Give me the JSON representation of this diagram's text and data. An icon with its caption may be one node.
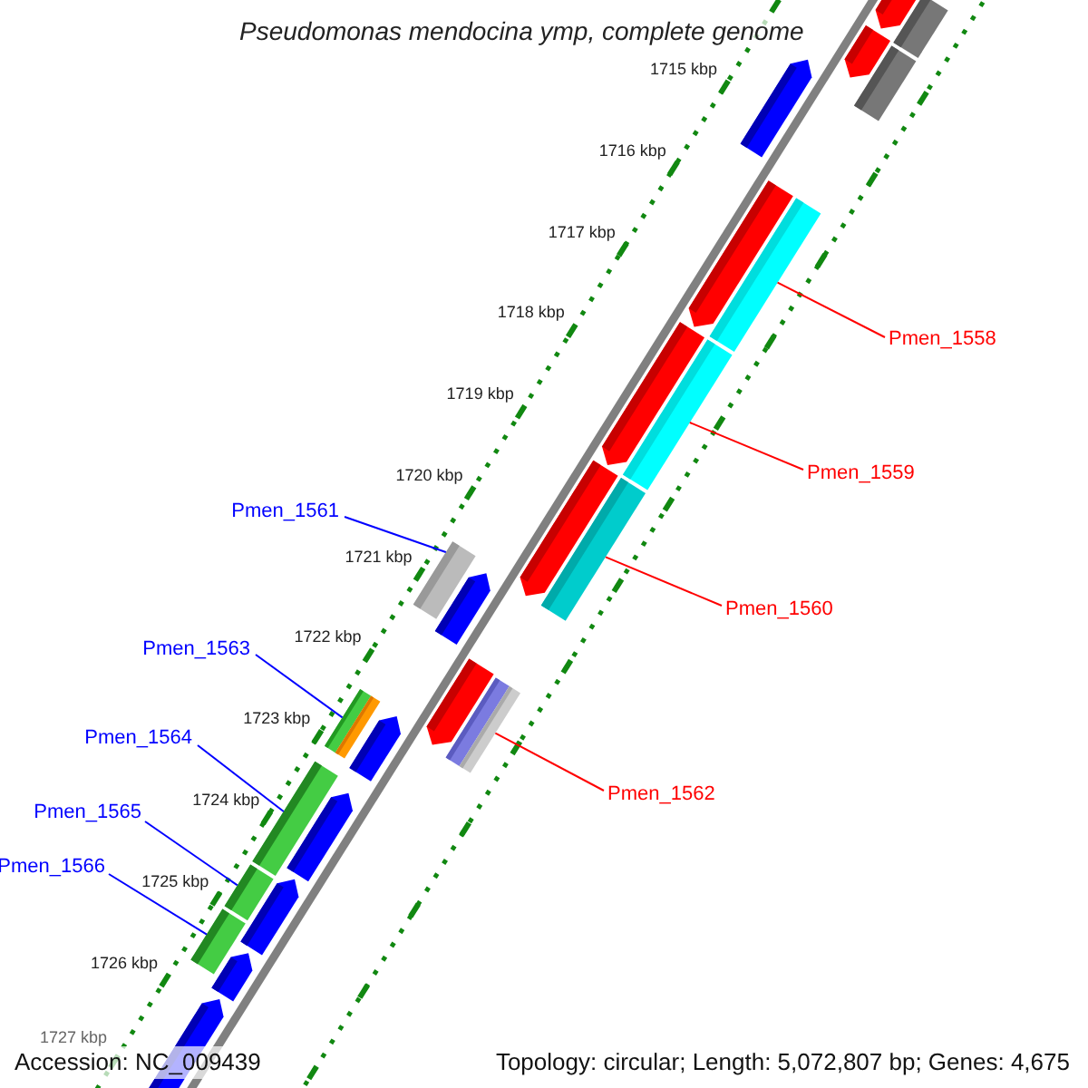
{
  "diagram": {
    "title": "Pseudomonas mendocina ymp, complete genome",
    "nodes": [
      {
        "text": [
          "Pmen_1558"
        ]
      },
      {
        "text": [
          "Pmen_1559"
        ]
      },
      {
        "text": [
          "Pmen_1561"
        ]
      },
      {
        "text": [
          "Pmen_1560"
        ]
      },
      {
        "text": [
          "Pmen_1563"
        ]
      },
      {
        "text": [
          "Pmen_1564"
        ]
      },
      {
        "text": [
          "Pmen_1562"
        ]
      },
      {
        "text": [
          "Pmen_1565"
        ]
      },
      {
        "text": [
          "Pmen_1566"
        ]
      },
      {
        "text": [],
        "shape": "bar"
      },
      {
        "text": [],
        "shape": "bar"
      },
      {
        "text": [],
        "shape": "bar"
      },
      {
        "text": [],
        "shape": "bar"
      },
      {
        "text": [],
        "shape": "bar"
      },
      {
        "text": [],
        "shape": "bar"
      },
      {
        "text": [],
        "shape": "bar"
      },
      {
        "text": [],
        "shape": "bar"
      },
      {
        "text": [],
        "shape": "bar"
      },
      {
        "text": [],
        "shape": "bar"
      },
      {
        "text": [],
        "shape": "bar"
      },
      {
        "text": [],
        "shape": "bar"
      },
      {
        "text": [],
        "shape": "bar"
      },
      {
        "text": [],
        "shape": "bar"
      },
      {
        "text": [],
        "shape": "bar"
      },
      {
        "text": [],
        "shape": "bar"
      },
      {
        "text": [],
        "shape": "bar"
      },
      {
        "text": [],
        "shape": "bar"
      },
      {
        "text": [],
        "shape": "bar"
      },
      {
        "text": [],
        "shape": "bar"
      },
      {
        "text": [],
        "shape": "bar"
      },
      {
        "text": [],
        "shape": "bar"
      },
      {
        "text": [],
        "shape": "bar"
      },
      {
        "text": [],
        "shape": "bar"
      },
      {
        "text": [],
        "shape": "bar"
      }
    ],
    "edges": [
      {
        "from": 0,
        "to": 15,
        "arrow": "none",
        "color": "#ff0000"
      },
      {
        "from": 1,
        "to": 17,
        "arrow": "none",
        "color": "#ff0000"
      },
      {
        "from": 2,
        "to": 20,
        "arrow": "none"
      },
      {
        "from": 3,
        "to": 19,
        "arrow": "none",
        "color": "#ff0000"
      },
      {
        "from": 4,
        "to": 24,
        "arrow": "none"
      },
      {
        "from": 5,
        "to": 27,
        "arrow": "none"
      },
      {
        "from": 6,
        "to": 23,
        "arrow": "none",
        "color": "#ff0000"
      },
      {
        "from": 7,
        "to": 30,
        "arrow": "none"
      },
      {
        "from": 8,
        "to": 31,
        "arrow": "none"
      }
    ],
    "labels": [
      "1715 kbp",
      "1716 kbp",
      "1717 kbp",
      "1718 kbp",
      "1719 kbp",
      "1720 kbp",
      "1721 kbp",
      "1722 kbp",
      "1723 kbp",
      "1724 kbp",
      "1725 kbp",
      "1726 kbp",
      "1727 kbp",
      "Accession: NC_009439",
      "Topology: circular; Length: 5,072,807 bp; Genes: 4,675"
    ]
  }
}
